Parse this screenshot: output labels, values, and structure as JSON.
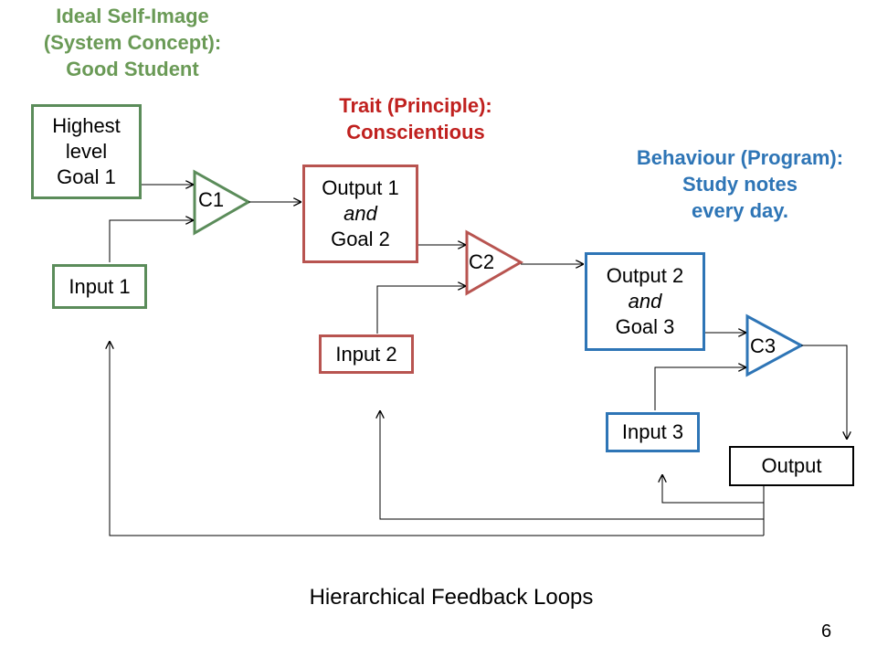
{
  "headings": {
    "top_level": [
      "Ideal Self-Image",
      "(System Concept):",
      "Good Student"
    ],
    "trait": [
      "Trait (Principle):",
      "Conscientious"
    ],
    "behaviour": [
      "Behaviour (Program):",
      "Study notes",
      "every day."
    ]
  },
  "boxes": {
    "goal1": [
      "Highest",
      "level",
      "Goal 1"
    ],
    "input1": "Input 1",
    "output1": {
      "line1": "Output 1",
      "line2": "and",
      "line3": "Goal 2"
    },
    "input2": "Input 2",
    "output2": {
      "line1": "Output 2",
      "line2": "and",
      "line3": "Goal 3"
    },
    "input3": "Input 3",
    "output": "Output"
  },
  "comparators": {
    "c1": "C1",
    "c2": "C2",
    "c3": "C3"
  },
  "caption": "Hierarchical Feedback Loops",
  "page_number": "6",
  "colors": {
    "level1": "#5b8c5a",
    "level2": "#b85450",
    "level3": "#2e75b6",
    "heading_green": "#6a9a56",
    "heading_red": "#c0211f"
  }
}
